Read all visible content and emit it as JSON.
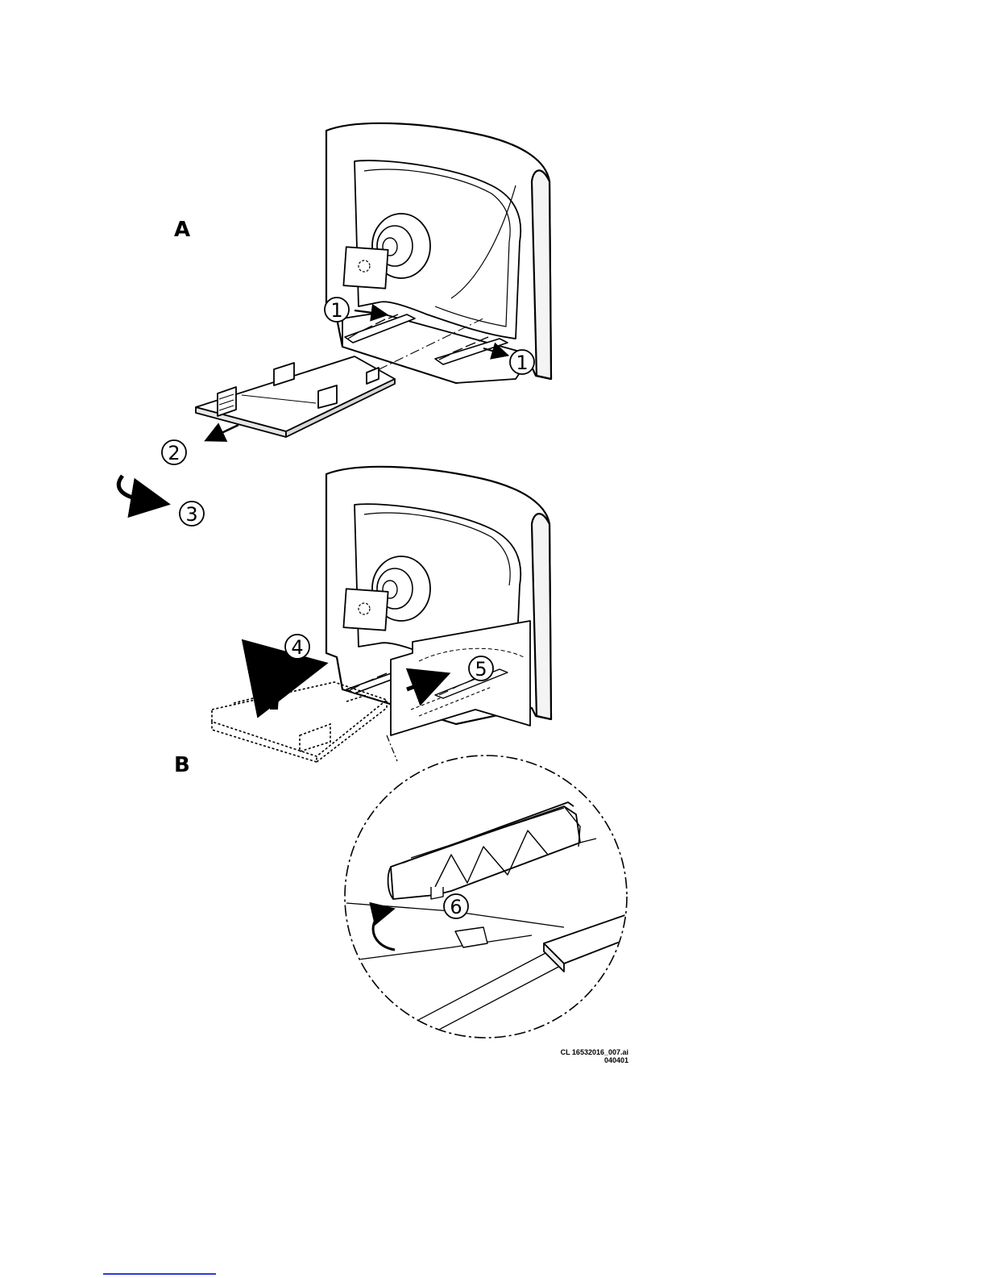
{
  "panels": {
    "a": "A",
    "b": "B"
  },
  "callouts": [
    "1",
    "1",
    "2",
    "3",
    "4",
    "5",
    "6"
  ],
  "caption": {
    "line1": "CL 16532016_007.ai",
    "line2": "040401"
  },
  "colors": {
    "ink": "#000000",
    "paper": "#ffffff",
    "shade": "#e6e6e6",
    "link": "#2a3dd6"
  }
}
